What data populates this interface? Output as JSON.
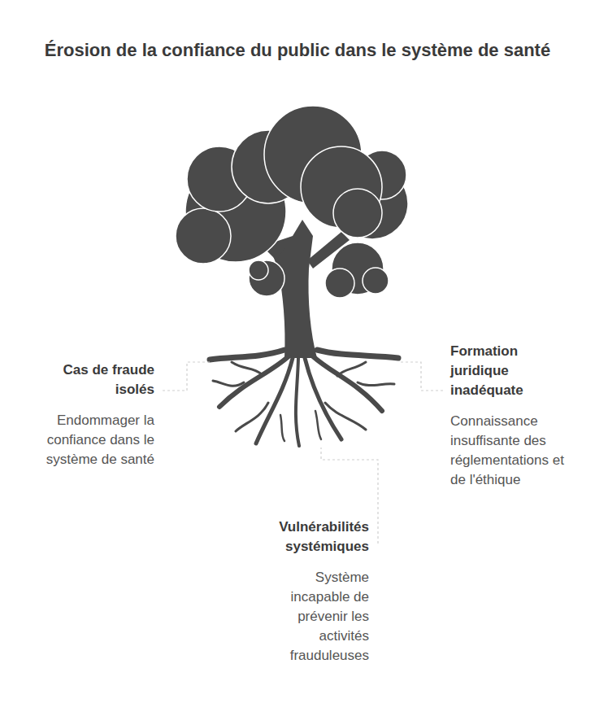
{
  "diagram": {
    "title": "Érosion de la confiance du public dans le système de santé",
    "nodes": [
      {
        "text": [
          "Cas de fraude isolés",
          "Endommager la confiance dans le système de santé"
        ]
      },
      {
        "text": [
          "Formation juridique inadéquate",
          "Connaissance insuffisante des réglementations et de l'éthique"
        ]
      },
      {
        "text": [
          "Vulnérabilités systémiques",
          "Système incapable de prévenir les activités frauduleuses"
        ]
      }
    ]
  }
}
